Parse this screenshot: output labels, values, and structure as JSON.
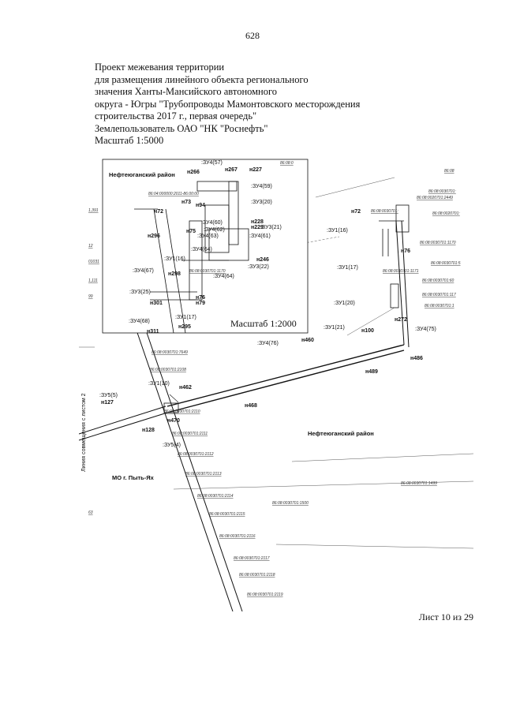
{
  "page": {
    "number": "628",
    "title_lines": [
      "Проект межевания территории",
      "для размещения линейного объекта регионального",
      "значения Ханты-Мансийского автономного",
      "округа - Югры \"Трубопроводы Мамонтовского месторождения",
      "строительства 2017 г., первая очередь\"",
      "Землепользователь ОАО \"НК \"Роснефть\"",
      "Масштаб 1:5000"
    ],
    "sheet": "Лист 10 из 29"
  },
  "map": {
    "inset_scale": "Масштаб 1:2000",
    "district_inset": "Нефтеюганский район",
    "district_main": "Нефтеюганский район",
    "municipality": "МО г. Пыть-Ях",
    "match_line": "Линия совмещения с листом 2",
    "labels": {
      "zu4_57": ":ЗУ4(57)",
      "zu4_59": ":ЗУ4(59)",
      "zu3_20": ":ЗУ3(20)",
      "zu4_60": ":ЗУ4(60)",
      "zu4_62": ":ЗУ4(62)",
      "zu4_63": ":ЗУ4(63)",
      "zu3_21": ":ЗУ3(21)",
      "zu4_61": ":ЗУ4(61)",
      "zu4_64a": ":ЗУ4(64)",
      "zu3_22": ":ЗУ3(22)",
      "zu4_64b": ":ЗУ4(64)",
      "zu1_16a": ":ЗУ1(16)",
      "zu4_67": ":ЗУ4(67)",
      "zu3_25": ":ЗУ3(25)",
      "zu1_17a": ":ЗУ1(17)",
      "zu4_68": ":ЗУ4(68)",
      "zu1_16b": ":ЗУ1(16)",
      "zu1_17b": ":ЗУ1(17)",
      "zu1_20": ":ЗУ1(20)",
      "zu1_21": ":ЗУ1(21)",
      "zu4_75": ":ЗУ4(75)",
      "zu4_76": ":ЗУ4(76)",
      "zu1_10": ":ЗУ1(10)",
      "zu5_5": ":ЗУ5(5)",
      "zu5_4": ":ЗУ5(4)",
      "n266": "н266",
      "n267": "н267",
      "n227": "н227",
      "n94": "н94",
      "n73": "н73",
      "n72a": "н72",
      "n228": "н228",
      "n229": "н229",
      "n75": "н75",
      "n296": "н296",
      "n246": "н246",
      "n298": "н298",
      "n76a": "н76",
      "n301": "н301",
      "n79": "н79",
      "n295": "н295",
      "n311": "н311",
      "n72b": "н72",
      "n76b": "н76",
      "n460": "н460",
      "n100": "н100",
      "n272": "н272",
      "n489": "н489",
      "n486": "н486",
      "n462": "н462",
      "n468": "н468",
      "n470": "н470",
      "n127": "н127",
      "n128": "н128"
    },
    "cadastral": {
      "c_inset_top": "86:08:0",
      "c_inset_mid": "86:04:000000:2011-86:00:00",
      "c_inset_low": "86:08:0030701:1170",
      "c1": "86:08:0020701:2449",
      "c2": "86:08:0020701:",
      "c3": "86:08:0030701:1170",
      "c4": "86:08:0030701:5",
      "c5": "86:08:0030701:1171",
      "c6": "86:08:0030701:60",
      "c7": "86:08:0030701:117",
      "c8": "86:08:0030701:1",
      "c9": "86:08:0030701:7649",
      "c10": "86:08:0030701:2108",
      "c11": "86:08:0030701:2110",
      "c12": "86:08:0030701:2111",
      "c13": "86:08:0030701:2112",
      "c14": "86:08:0030701:2113",
      "c15": "86:08:0030701:2114",
      "c16": "86:08:0030701:2115",
      "c17": "86:08:0030701:2116",
      "c18": "86:08:0030701:2117",
      "c19": "86:08:0030701:2118",
      "c20": "86:08:0030701:2119",
      "c21": "86:08:0030701:1499",
      "c22": "86:08:0030701:1500",
      "c_right_top": "86:08",
      "c_right_top2": "86:08:0030701:"
    },
    "edge_numbers": [
      "1,391",
      "12",
      "01031",
      "1,111",
      "99",
      "63"
    ],
    "colors": {
      "line": "#111111",
      "cad_line": "#555555",
      "paper": "#ffffff"
    }
  }
}
